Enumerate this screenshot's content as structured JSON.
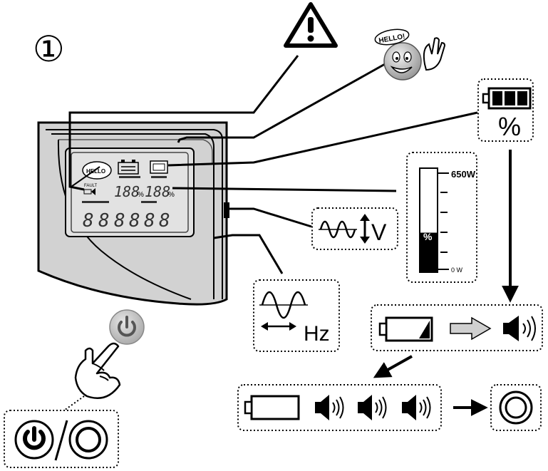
{
  "step_number": "①",
  "display": {
    "hello_bubble": "HELLO!",
    "hello_lcd": "HELLO",
    "fault_label": "FAULT",
    "percent_reading_1": "188",
    "percent_reading_2": "188",
    "percent_unit": "%",
    "bottom_digits": [
      "8",
      "8",
      "8",
      "8",
      "8",
      "8"
    ]
  },
  "battery_callout": {
    "unit": "%"
  },
  "load_gauge": {
    "max_label": "650W",
    "min_label": "0 W",
    "unit": "%",
    "level": 0.38
  },
  "voltage_callout": {
    "unit": "V"
  },
  "frequency_callout": {
    "unit": "Hz"
  },
  "icons": {
    "warning": "warning-triangle-icon",
    "hello": "hello-face-icon",
    "power": "power-icon",
    "hand": "pointing-hand-icon",
    "off": "off-circle-icon",
    "battery": "battery-icon",
    "speaker": "speaker-icon",
    "sine": "sine-wave-icon"
  }
}
